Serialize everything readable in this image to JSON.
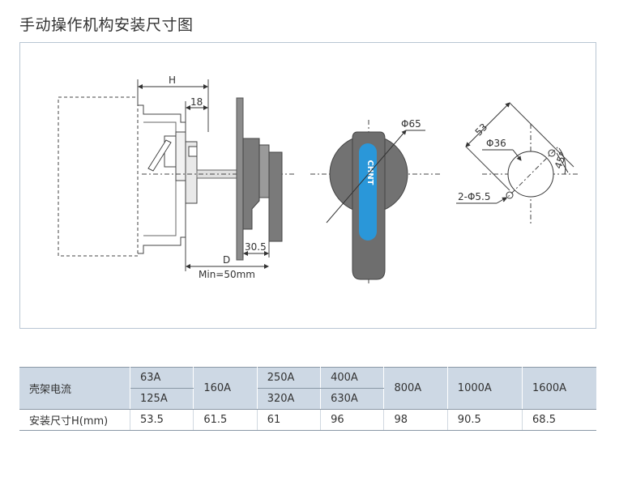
{
  "title": "手动操作机构安装尺寸图",
  "drawing": {
    "dim_H": "H",
    "dim_18": "18",
    "dim_30_5": "30.5",
    "dim_D": "D",
    "dim_min": "Min=50mm",
    "dim_phi65": "Φ65",
    "dim_53": "53",
    "dim_phi36": "Φ36",
    "dim_45": "45°",
    "dim_hole": "2-Φ5.5",
    "handle_brand": "CHNT",
    "colors": {
      "handle_body": "#6e6e6e",
      "handle_accent": "#2a97d9",
      "panel": "#8c8c8c"
    }
  },
  "table": {
    "header_label": "壳架电流",
    "col1_top": "63A",
    "col1_bottom": "125A",
    "col2": "160A",
    "col3_top": "250A",
    "col3_bottom": "320A",
    "col4_top": "400A",
    "col4_bottom": "630A",
    "col5": "800A",
    "col6": "1000A",
    "col7": "1600A",
    "row_label": "安装尺寸H(mm)",
    "values": [
      "53.5",
      "61.5",
      "61",
      "96",
      "98",
      "90.5",
      "68.5"
    ]
  }
}
